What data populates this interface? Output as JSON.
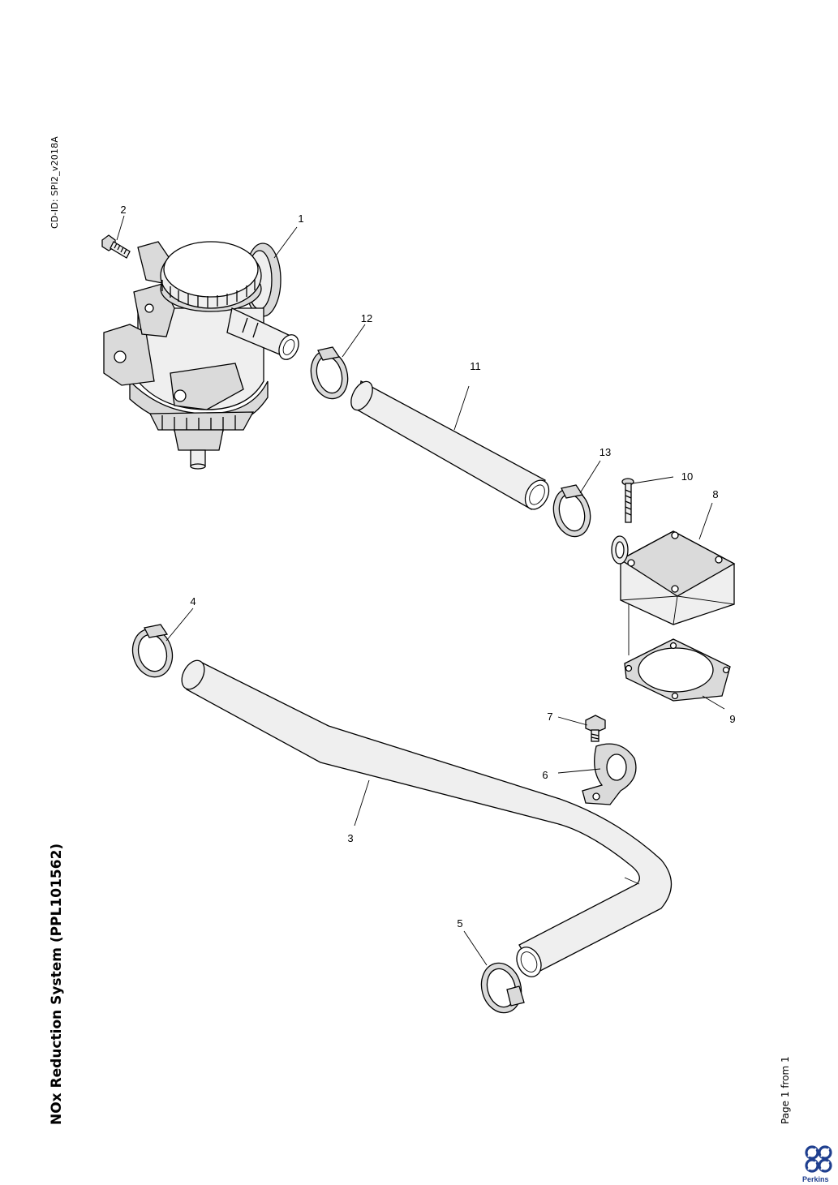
{
  "header": {
    "cd_id": "CD-ID: SPI2_v2018A"
  },
  "document": {
    "title": "NOx Reduction System (PPL101562)"
  },
  "footer": {
    "page": "Page 1 from 1",
    "brand": "Perkins"
  },
  "callouts": {
    "c1": "1",
    "c2": "2",
    "c3": "3",
    "c4": "4",
    "c5": "5",
    "c6": "6",
    "c7": "7",
    "c8": "8",
    "c9": "9",
    "c10": "10",
    "c11": "11",
    "c12": "12",
    "c13": "13"
  },
  "colors": {
    "line": "#000000",
    "shade": "#d9d9d9",
    "brand": "#1f3f8f"
  },
  "icons": {
    "logo": "perkins-logo-icon"
  }
}
